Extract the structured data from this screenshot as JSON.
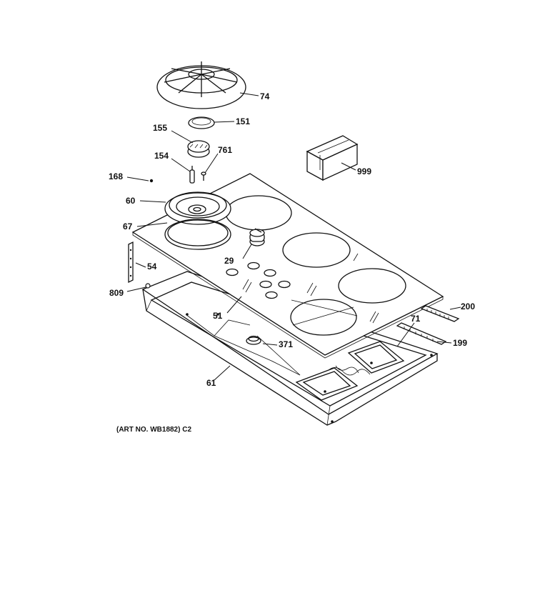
{
  "caption": "(ART NO. WB1882) C2",
  "callouts": {
    "c74": "74",
    "c151": "151",
    "c155": "155",
    "c154": "154",
    "c761": "761",
    "c168": "168",
    "c60": "60",
    "c67": "67",
    "c999": "999",
    "c29": "29",
    "c54": "54",
    "c809": "809",
    "c51": "51",
    "c371": "371",
    "c61": "61",
    "c71": "71",
    "c200": "200",
    "c199": "199"
  }
}
